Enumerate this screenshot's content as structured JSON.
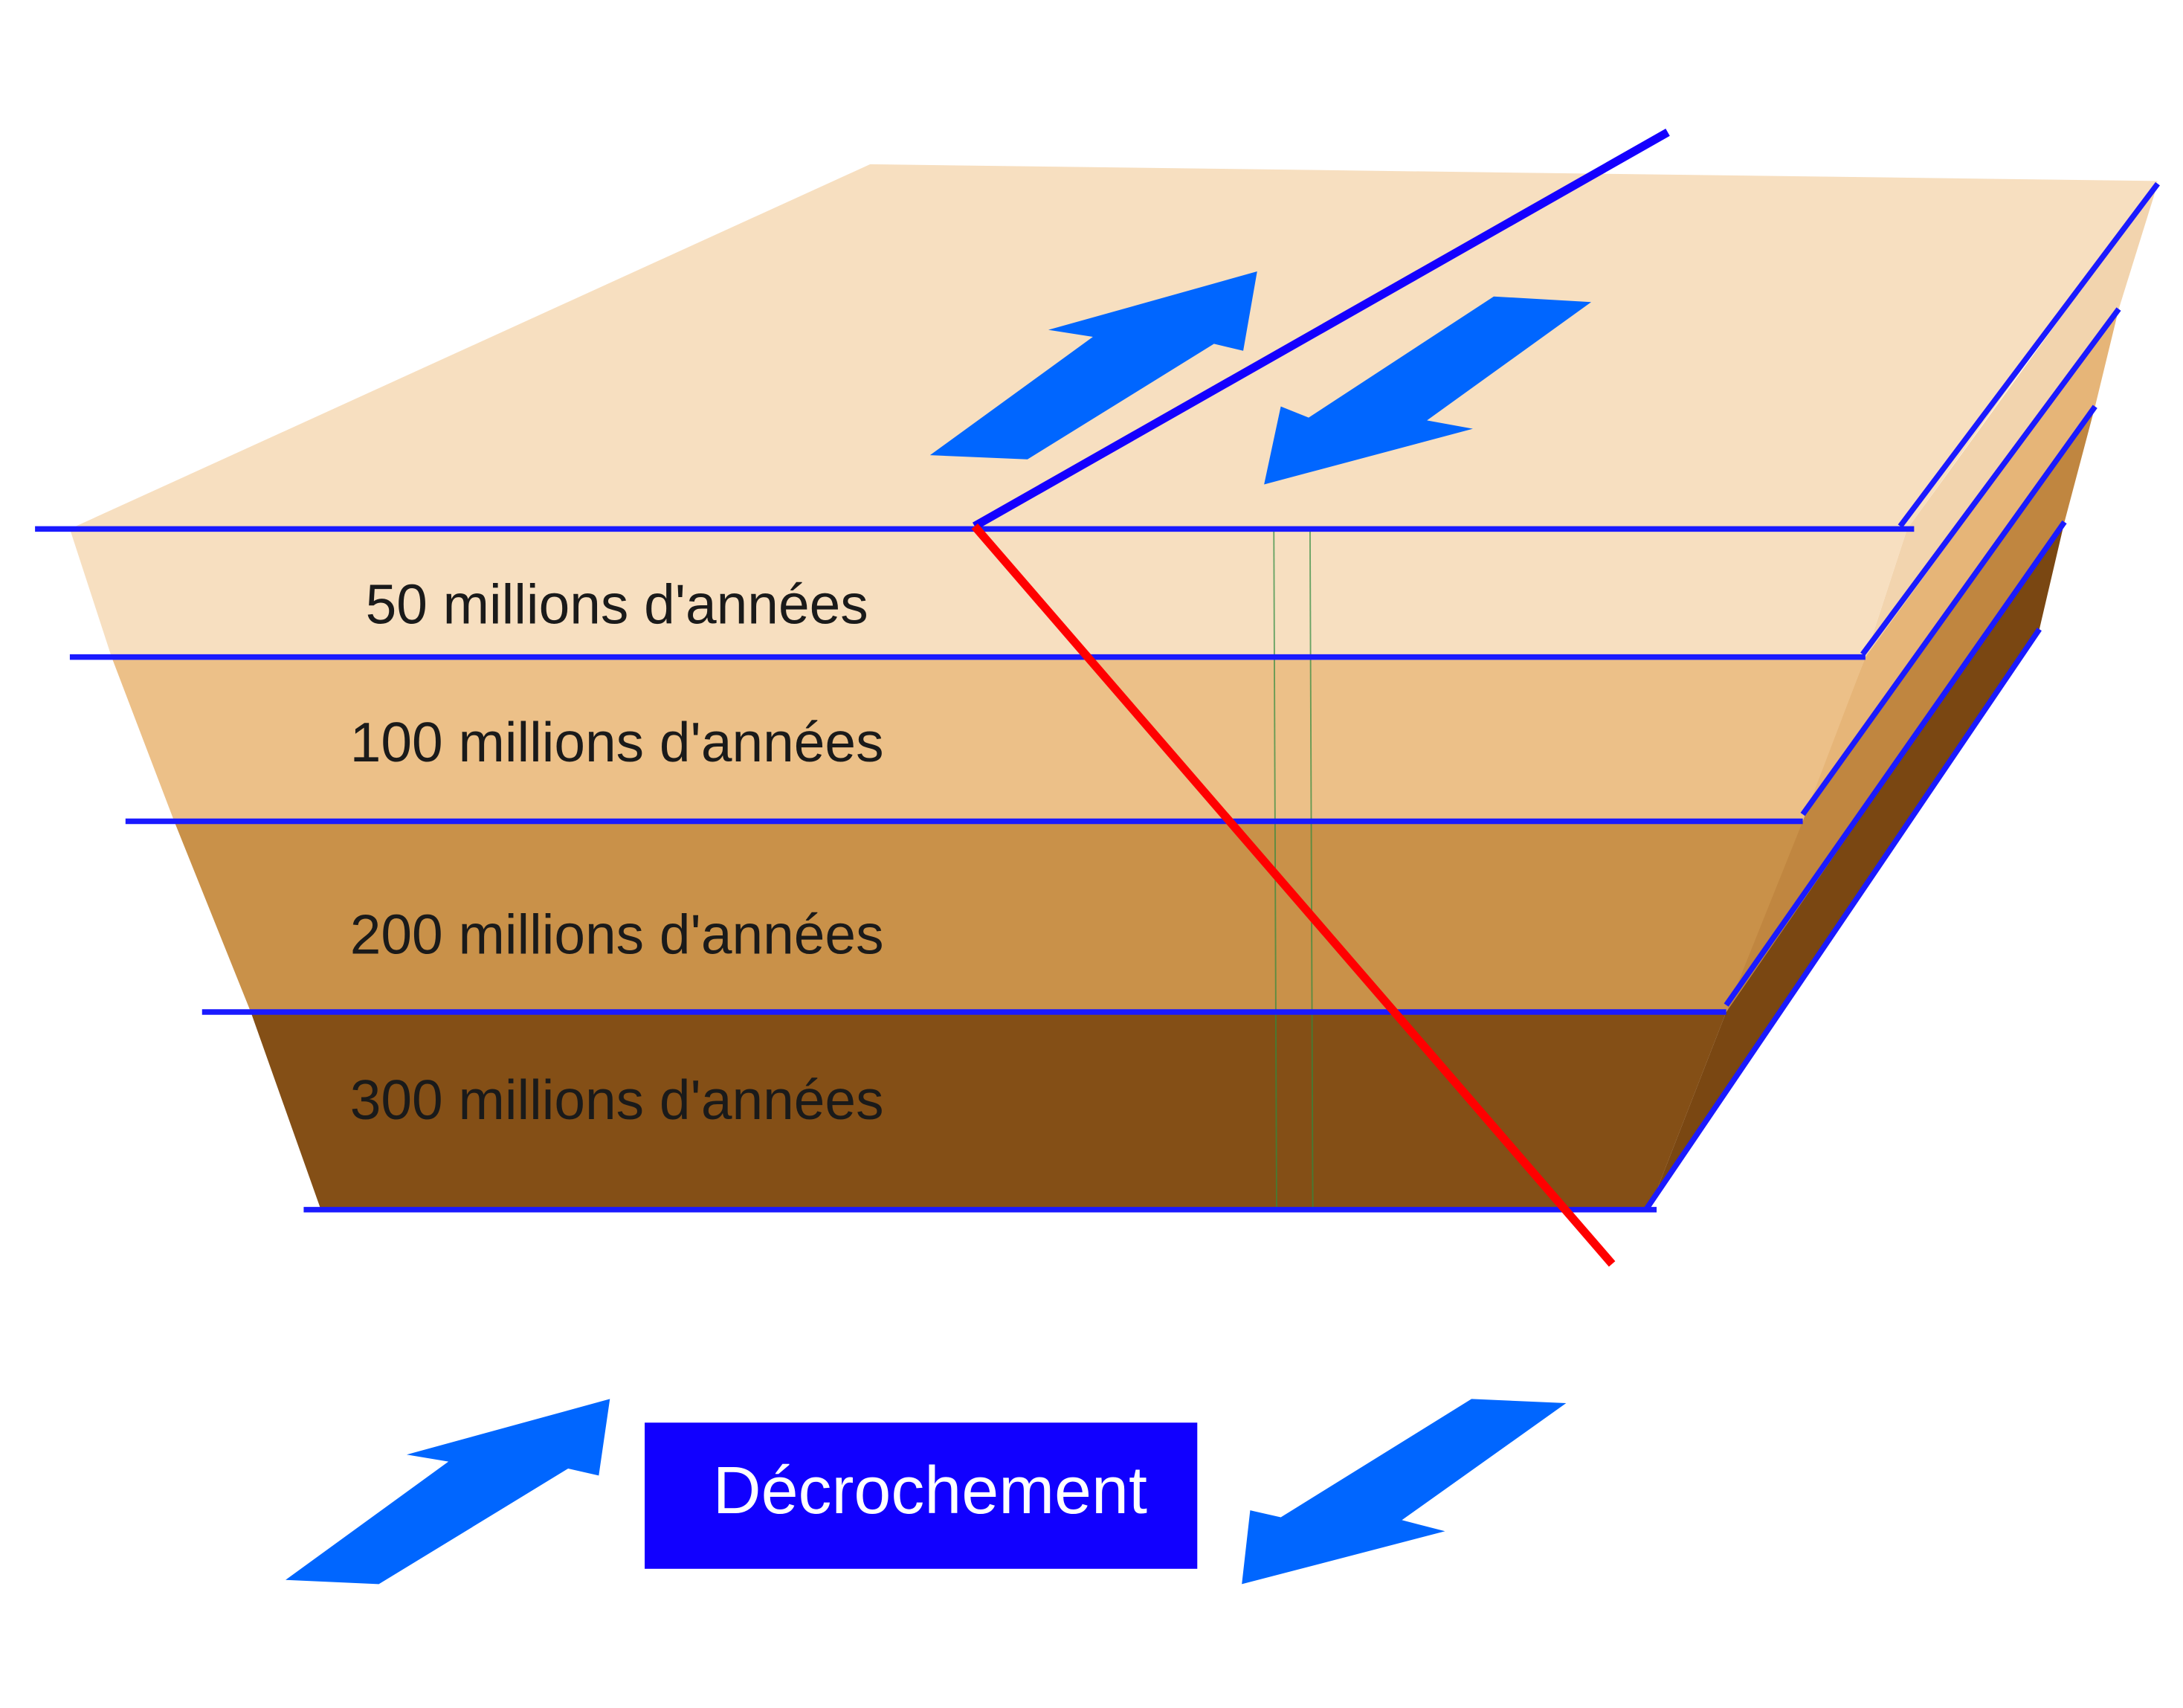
{
  "layers": [
    {
      "label": "50 millions d'années",
      "color": "#f7dfc0"
    },
    {
      "label": "100 millions d'années",
      "color": "#ecc088"
    },
    {
      "label": "200 millions d'années",
      "color": "#c99149"
    },
    {
      "label": "300 millions d'années",
      "color": "#844f16"
    }
  ],
  "title": "Décrochement",
  "colors": {
    "arrow": "#0066ff",
    "fault": "#ff0000",
    "boundary": "#1a1aff",
    "badge": "#1100ff"
  }
}
